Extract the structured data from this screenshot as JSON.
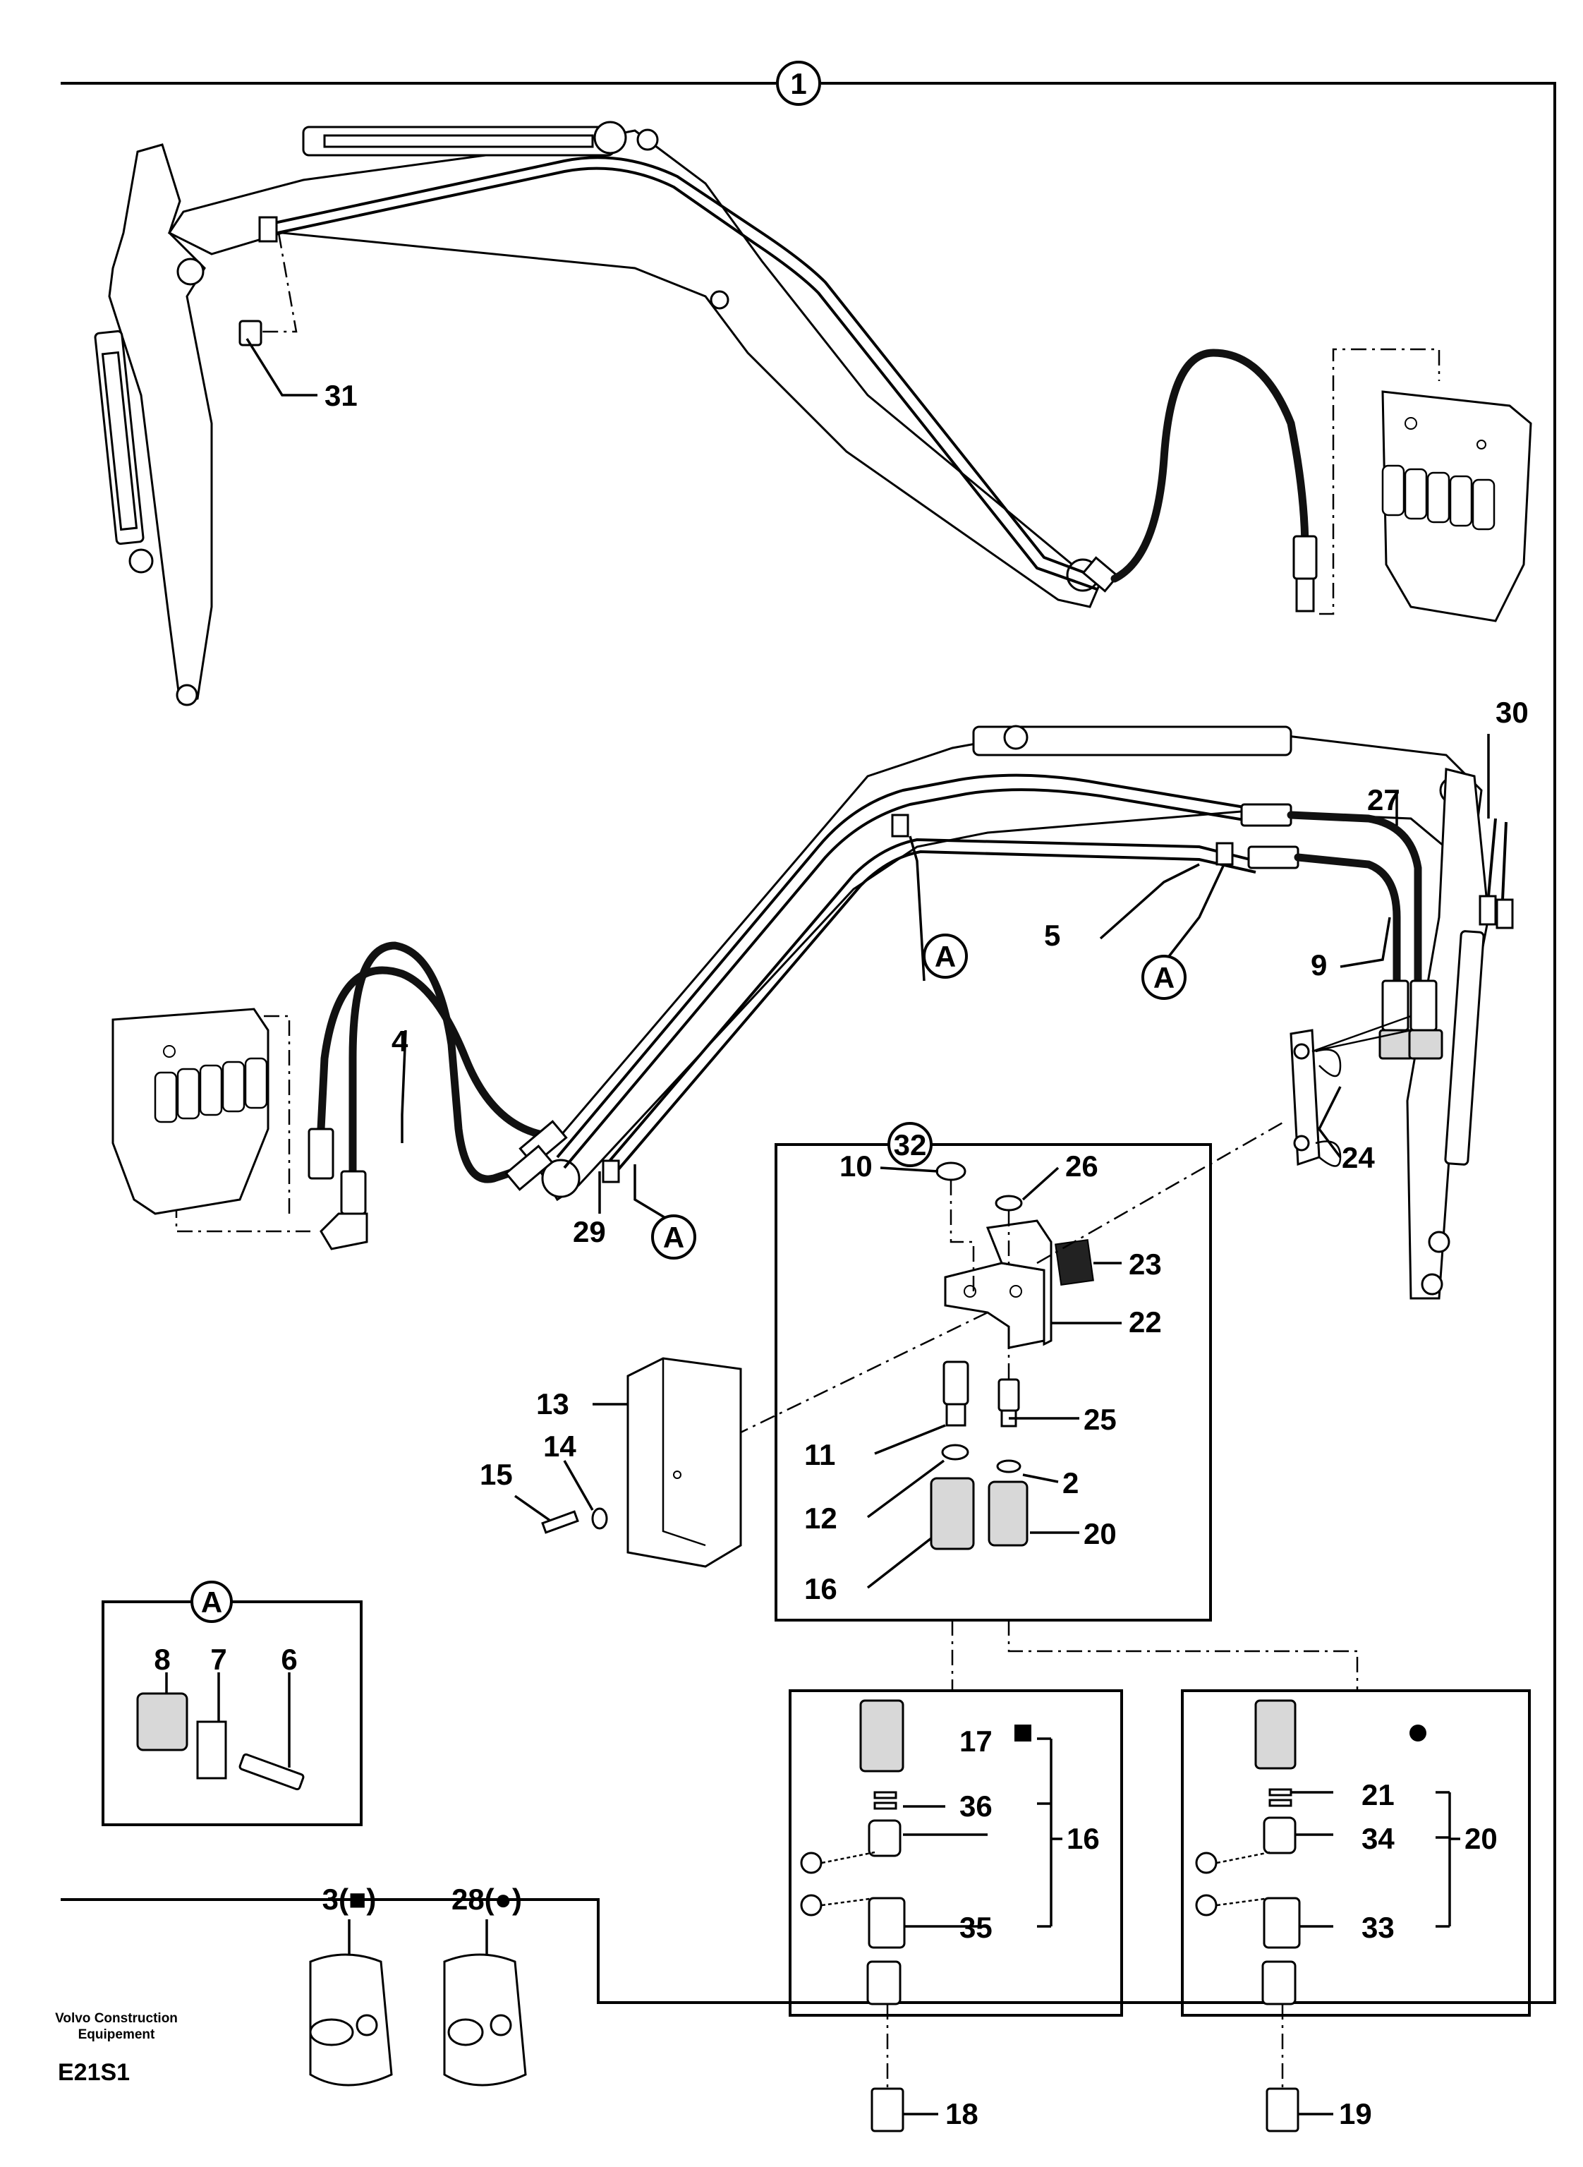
{
  "main_callout": "1",
  "kit_callout": "32",
  "detail_marker": "A",
  "part_labels": {
    "p2": "2",
    "p4": "4",
    "p5": "5",
    "p6": "6",
    "p7": "7",
    "p8": "8",
    "p9": "9",
    "p10": "10",
    "p11": "11",
    "p12": "12",
    "p13": "13",
    "p14": "14",
    "p15": "15",
    "p16": "16",
    "p16b": "16",
    "p17": "17",
    "p18": "18",
    "p19": "19",
    "p20": "20",
    "p20b": "20",
    "p21": "21",
    "p22": "22",
    "p23": "23",
    "p24": "24",
    "p25": "25",
    "p26": "26",
    "p27": "27",
    "p29": "29",
    "p30": "30",
    "p31": "31",
    "p33": "33",
    "p34": "34",
    "p35": "35",
    "p36": "36"
  },
  "bag_labels": {
    "bag3": "3(■)",
    "bag28": "28(●)"
  },
  "marks": {
    "square": "■",
    "dot": "●"
  },
  "footer": {
    "company_line1": "Volvo Construction",
    "company_line2": "Equipement",
    "drawing_code": "E21S1"
  }
}
